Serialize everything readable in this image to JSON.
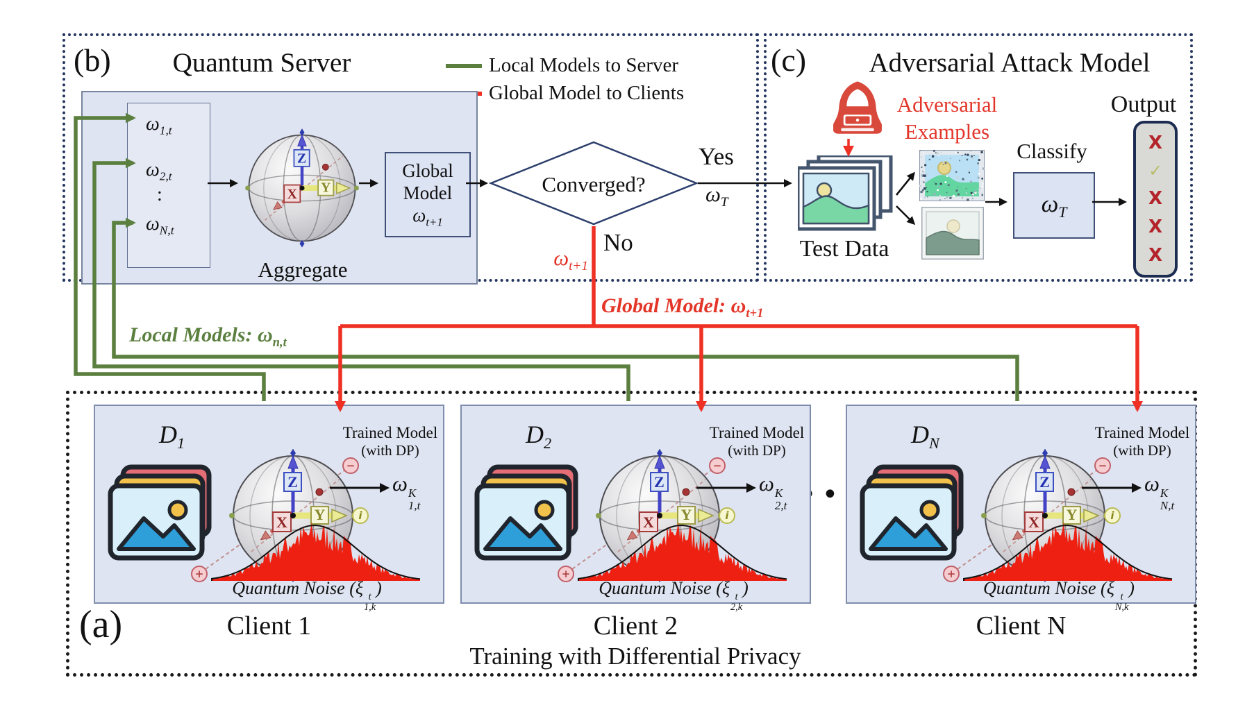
{
  "palette": {
    "green_edge": "#5b7f3f",
    "red_edge": "#ee3124",
    "navy_border": "#24365f",
    "panel_blue": "#dee4f1",
    "noise_red": "#ee2012",
    "check_green": "#b9bd6a",
    "x_red": "#b3242a"
  },
  "legend": {
    "local": "Local Models to Server",
    "global": "Global Model to Clients"
  },
  "server_section": {
    "tag": "(b)",
    "title": "Quantum Server",
    "inputs": [
      {
        "base": "ω",
        "sub": "1,t"
      },
      {
        "base": "ω",
        "sub": "2,t"
      },
      {
        "base": "ω",
        "sub": "N,t"
      }
    ],
    "ellipsis": ":",
    "aggregate": "Aggregate",
    "global_box": {
      "l1": "Global",
      "l2": "Model",
      "w_base": "ω",
      "w_sub": "t+1"
    }
  },
  "flow": {
    "decision": "Converged?",
    "yes": "Yes",
    "no": "No",
    "yes_w": {
      "base": "ω",
      "sub": "T"
    },
    "no_w": {
      "base": "ω",
      "sub": "t+1"
    },
    "global_edge": {
      "prefix": "Global Model: ",
      "base": "ω",
      "sub": "t+1"
    },
    "local_edge": {
      "prefix": "Local Models: ",
      "base": "ω",
      "sub": "n,t"
    }
  },
  "attack_section": {
    "tag": "(c)",
    "title": "Adversarial Attack Model",
    "adv1": "Adversarial",
    "adv2": "Examples",
    "test_data": "Test Data",
    "classify": "Classify",
    "model": {
      "base": "ω",
      "sub": "T"
    },
    "output": "Output",
    "results": [
      "X",
      "✓",
      "X",
      "X",
      "X"
    ]
  },
  "training_section": {
    "tag": "(a)",
    "caption": "Training with Differential Privacy",
    "gap_dots": "••",
    "dataset_base": "𝒟",
    "trained": {
      "l1": "Trained Model",
      "l2": "(with DP)"
    },
    "noise_prefix": "Quantum Noise (",
    "noise_base": "ξ",
    "noise_close": ")",
    "clients": [
      {
        "name": "Client 1",
        "d_sub": "1",
        "w_base": "ω",
        "w_sup": "K",
        "w_sub": "1,t",
        "noise_sup": "t",
        "noise_sub": "1,k"
      },
      {
        "name": "Client 2",
        "d_sub": "2",
        "w_base": "ω",
        "w_sup": "K",
        "w_sub": "2,t",
        "noise_sup": "t",
        "noise_sub": "2,k"
      },
      {
        "name": "Client N",
        "d_sub": "N",
        "w_base": "ω",
        "w_sup": "K",
        "w_sub": "N,t",
        "noise_sup": "t",
        "noise_sub": "N,k"
      }
    ]
  },
  "sphere": {
    "x": "X",
    "y": "Y",
    "z": "Z",
    "plus": "+",
    "minus": "−",
    "imag": "i"
  }
}
